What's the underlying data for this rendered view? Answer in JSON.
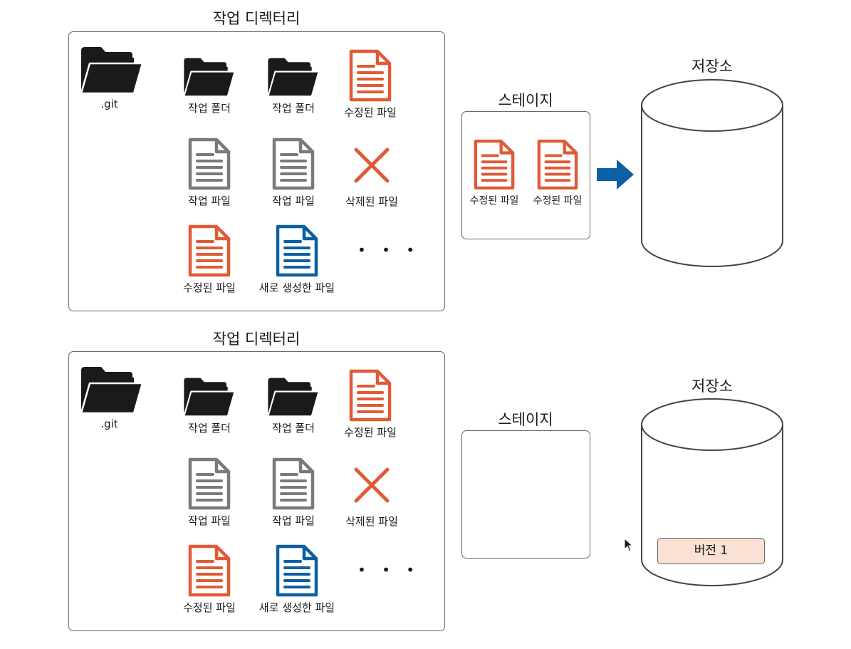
{
  "colors": {
    "folder": "#1a1a1a",
    "working_file": "#7a7a7a",
    "modified_file": "#e05a35",
    "new_file": "#0a5fa5",
    "deleted_mark": "#e05a35",
    "arrow": "#0a5fa5",
    "version_fill": "#fbe0d4"
  },
  "top": {
    "working_dir_title": "작업 디렉터리",
    "staging_title": "스테이지",
    "repo_title": "저장소",
    "items": {
      "git": ".git",
      "folder1": "작업 폴더",
      "folder2": "작업 폴더",
      "modified1": "수정된 파일",
      "work1": "작업 파일",
      "work2": "작업 파일",
      "deleted": "삭제된 파일",
      "modified2": "수정된 파일",
      "new": "새로 생성한 파일",
      "more": "• • •"
    },
    "staged": [
      "수정된 파일",
      "수정된 파일"
    ]
  },
  "bottom": {
    "working_dir_title": "작업 디렉터리",
    "staging_title": "스테이지",
    "repo_title": "저장소",
    "items": {
      "git": ".git",
      "folder1": "작업 폴더",
      "folder2": "작업 폴더",
      "modified1": "수정된 파일",
      "work1": "작업 파일",
      "work2": "작업 파일",
      "deleted": "삭제된 파일",
      "modified2": "수정된 파일",
      "new": "새로 생성한 파일",
      "more": "• • •"
    },
    "version": "버전 1"
  }
}
